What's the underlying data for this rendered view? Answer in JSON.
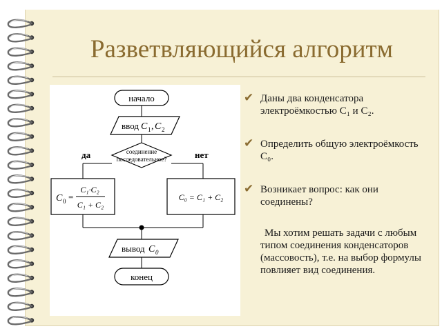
{
  "slide": {
    "title": "Разветвляющийся алгоритм"
  },
  "flowchart": {
    "start_label": "начало",
    "input_label": "ввод",
    "input_vars": "C",
    "input_sub1": "1",
    "input_sub2": "2",
    "condition_line1": "соединение",
    "condition_line2": "последовательное?",
    "yes_label": "да",
    "no_label": "нет",
    "formula_series_lhs": "C",
    "formula_series_sub0": "0",
    "formula_series_num": "C₁·C₂",
    "formula_series_den": "C₁ + C₂",
    "formula_parallel": "C₀ = C₁ + C₂",
    "output_label": "вывод",
    "output_var": "C",
    "output_sub": "0",
    "end_label": "конец"
  },
  "bullets": {
    "item1": "Даны два конденсатора электроёмкостью С₁ и С₂.",
    "item2": "Определить общую электроёмкость С₀.",
    "item3": "Возникает вопрос: как они соединены?",
    "item4": "Мы хотим решать задачи с любым типом соединения конденсаторов (массовость), т.е. на выбор формулы повлияет вид соединения."
  },
  "icons": {
    "bullet": "checkmark-icon",
    "binding": "spiral-binding"
  },
  "colors": {
    "title": "#8a6b30",
    "page": "#f7f1d6",
    "bullet_mark": "#8a6b30"
  }
}
